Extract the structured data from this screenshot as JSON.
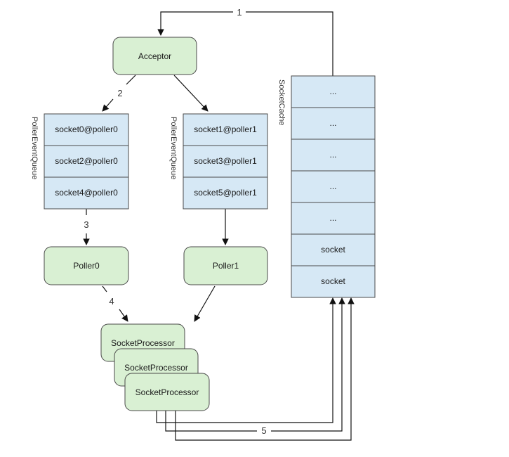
{
  "diagram": {
    "nodes": {
      "acceptor": "Acceptor",
      "poller0": "Poller0",
      "poller1": "Poller1",
      "processors": [
        "SocketProcessor",
        "SocketProcessor",
        "SocketProcessor"
      ]
    },
    "queues": {
      "left": {
        "label": "PollerEventQueue",
        "cells": [
          "socket0@poller0",
          "socket2@poller0",
          "socket4@poller0"
        ]
      },
      "right": {
        "label": "PollerEventQueue",
        "cells": [
          "socket1@poller1",
          "socket3@poller1",
          "socket5@poller1"
        ]
      }
    },
    "cache": {
      "label": "SocketCache",
      "cells": [
        "...",
        "...",
        "...",
        "...",
        "...",
        "socket",
        "socket"
      ]
    },
    "edge_labels": {
      "step1": "1",
      "step2": "2",
      "step3": "3",
      "step4": "4",
      "step5": "5"
    },
    "colors": {
      "node_fill": "#d9f0d3",
      "node_stroke": "#4a4a4a",
      "cell_fill": "#d6e8f5",
      "cell_stroke": "#4a4a4a",
      "line": "#111111"
    }
  }
}
